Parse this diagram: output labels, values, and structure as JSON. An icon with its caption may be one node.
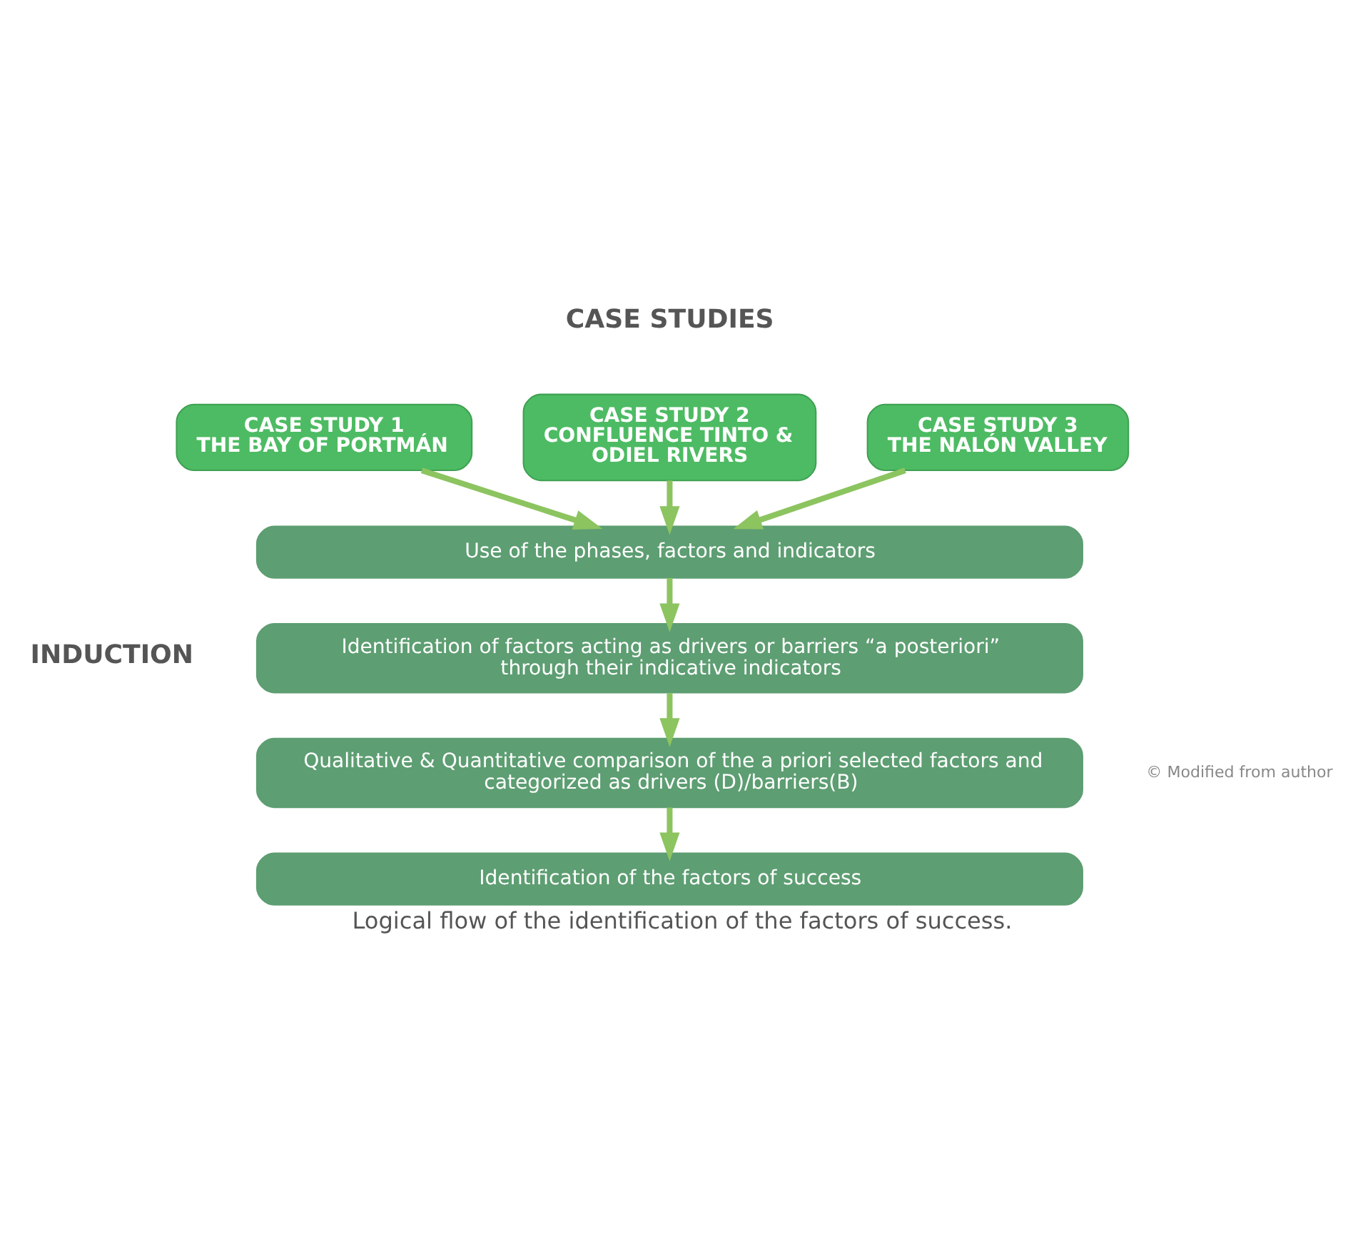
{
  "diagram": {
    "caption": "Logical flow of the identification of the factors of success.",
    "nodes": [
      {
        "text": [
          "CASE STUDY 1",
          "THE BAY OF PORTMÁN"
        ]
      },
      {
        "text": [
          "CASE STUDY 2",
          "CONFLUENCE TINTO & ODIEL RIVERS"
        ]
      },
      {
        "text": [
          "CASE STUDY 3",
          "THE NALÓN VALLEY"
        ]
      },
      {
        "text": [
          "Use of the phases, factors and indicators"
        ]
      },
      {
        "text": [
          "Identification of factors acting as drivers or barriers “a posteriori” through their indicative indicators"
        ]
      },
      {
        "text": [
          "Qualitative & Quantitative comparison of the a priori selected factors and categorized as drivers (D)/barriers(B)"
        ]
      },
      {
        "text": [
          "Identification of the factors of success"
        ]
      }
    ],
    "edges": [
      {
        "from": 0,
        "to": 3,
        "arrow": "to"
      },
      {
        "from": 1,
        "to": 3,
        "arrow": "to"
      },
      {
        "from": 2,
        "to": 3,
        "arrow": "to"
      },
      {
        "from": 3,
        "to": 4,
        "arrow": "to"
      },
      {
        "from": 4,
        "to": 5,
        "arrow": "to"
      },
      {
        "from": 5,
        "to": 6,
        "arrow": "to"
      }
    ],
    "labels": [
      "CASE STUDIES",
      "INDUCTION",
      "© Modified from author"
    ]
  }
}
